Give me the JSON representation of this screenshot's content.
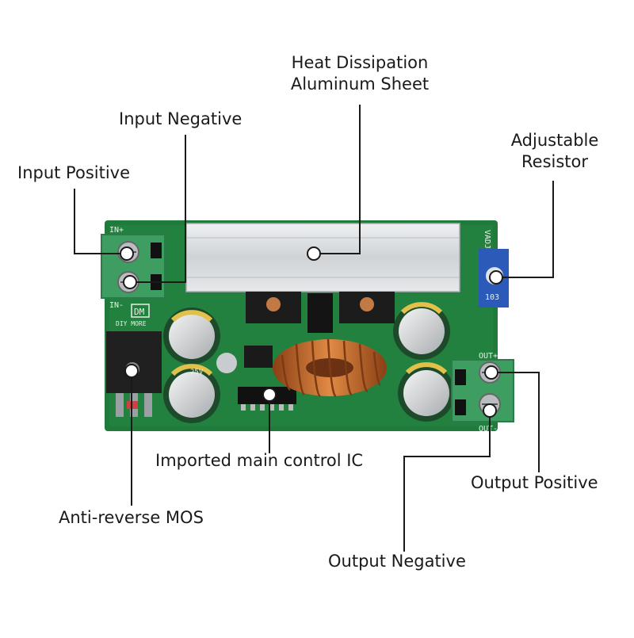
{
  "labels": {
    "heat_sink_line1": "Heat Dissipation",
    "heat_sink_line2": "Aluminum Sheet",
    "input_negative": "Input Negative",
    "input_positive": "Input Positive",
    "adjustable_line1": "Adjustable",
    "adjustable_line2": "Resistor",
    "main_ic": "Imported main control IC",
    "output_positive": "Output Positive",
    "anti_reverse_mos": "Anti-reverse MOS",
    "output_negative": "Output Negative"
  },
  "silkscreen": {
    "in_plus": "IN+",
    "in_minus": "IN-",
    "brand": "DIY MORE",
    "vadj": "VADJ",
    "out_plus": "OUT+",
    "out_minus": "OUT-",
    "pot_marking": "103",
    "cap_marking": "25V"
  },
  "colors": {
    "pcb": "#1f7a3c",
    "pcb_dark": "#155c2c",
    "terminal": "#3e9e62",
    "heat_sink": "#d6d9dc",
    "copper": "#c26a2a",
    "pot_blue": "#2b5ab8",
    "line": "#1a1a1a"
  }
}
